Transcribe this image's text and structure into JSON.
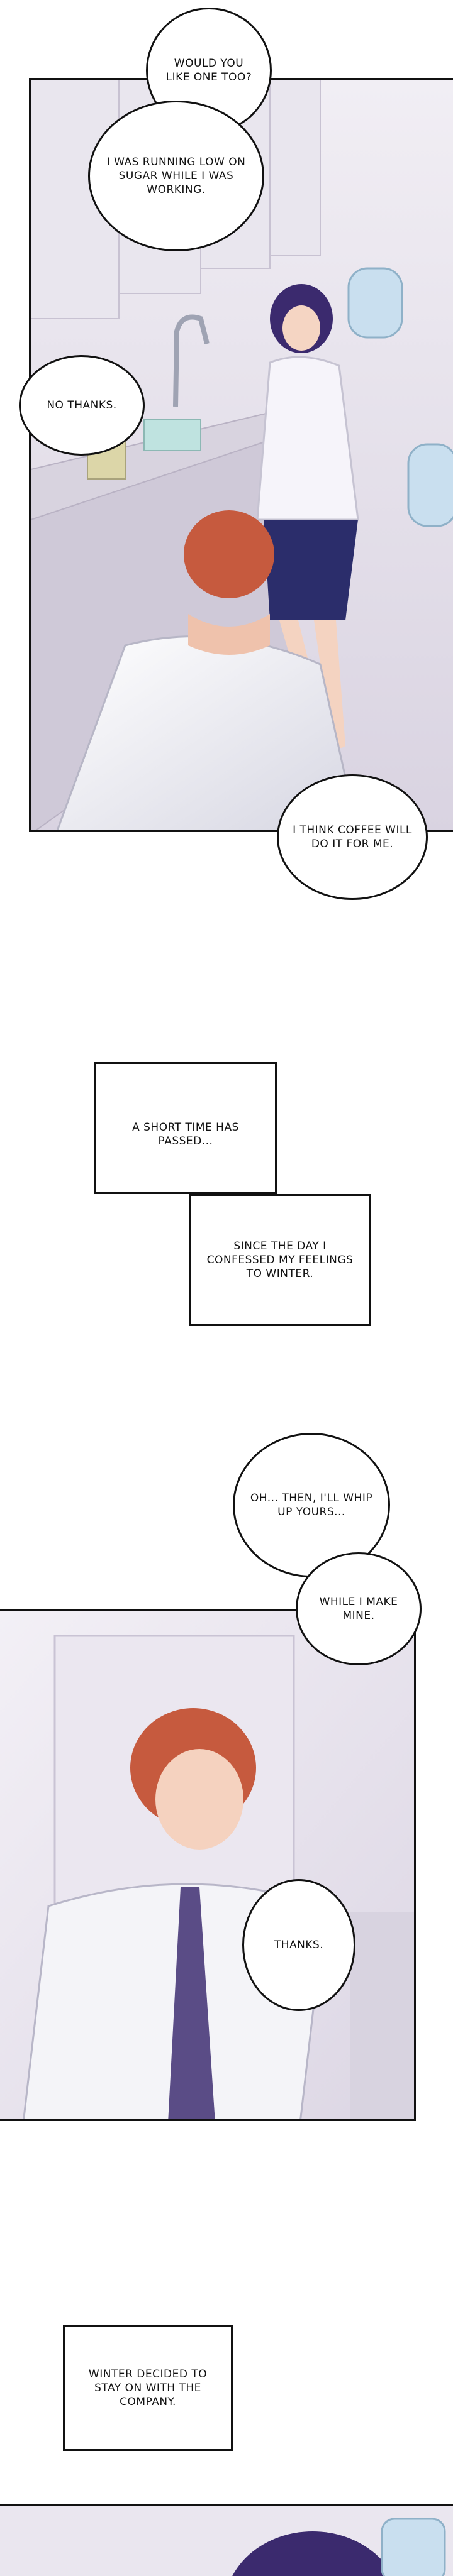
{
  "panel1": {
    "bubbles": [
      "WOULD YOU LIKE ONE TOO?",
      "I WAS RUNNING LOW ON SUGAR WHILE I WAS WORKING.",
      "NO THANKS.",
      "I THINK COFFEE WILL DO IT FOR ME."
    ]
  },
  "captions": {
    "time_passed": "A SHORT TIME HAS PASSED...",
    "confession": "SINCE THE DAY I CONFESSED MY FEELINGS TO WINTER.",
    "winter_stay": "WINTER DECIDED TO STAY ON WITH THE COMPANY."
  },
  "panel2": {
    "bubbles": [
      "OH... THEN, I'LL WHIP UP YOURS...",
      "WHILE I MAKE MINE.",
      "THANKS."
    ]
  },
  "colors": {
    "office_wall": "#eae6ef",
    "shirt": "#f4f4f8",
    "hair_red": "#c65a3e",
    "hair_purple": "#3b2a6e",
    "skirt_navy": "#2b2d6b",
    "tie": "#5a4c86"
  }
}
